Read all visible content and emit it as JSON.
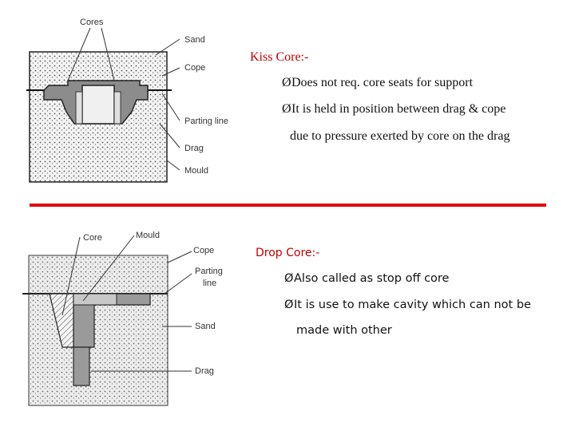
{
  "kiss": {
    "heading": "Kiss Core:-",
    "bullet_marker": "Ø",
    "bullets": [
      "Does not req. core seats for support",
      "It is held in position between drag & cope"
    ],
    "continuation": "due to pressure exerted by core on the drag",
    "labels": {
      "cores": "Cores",
      "sand": "Sand",
      "cope": "Cope",
      "parting_line": "Parting line",
      "drag": "Drag",
      "mould": "Mould"
    }
  },
  "drop": {
    "heading": "Drop Core:-",
    "bullet_marker": "Ø",
    "bullets": [
      "Also called as stop off core",
      "It is use to make cavity which can not be"
    ],
    "continuation": "made with other",
    "labels": {
      "core": "Core",
      "mould": "Mould",
      "cope": "Cope",
      "parting": "Parting",
      "line": "line",
      "sand": "Sand",
      "drag": "Drag"
    }
  },
  "colors": {
    "heading": "#c00000",
    "divider": "#e10000"
  }
}
